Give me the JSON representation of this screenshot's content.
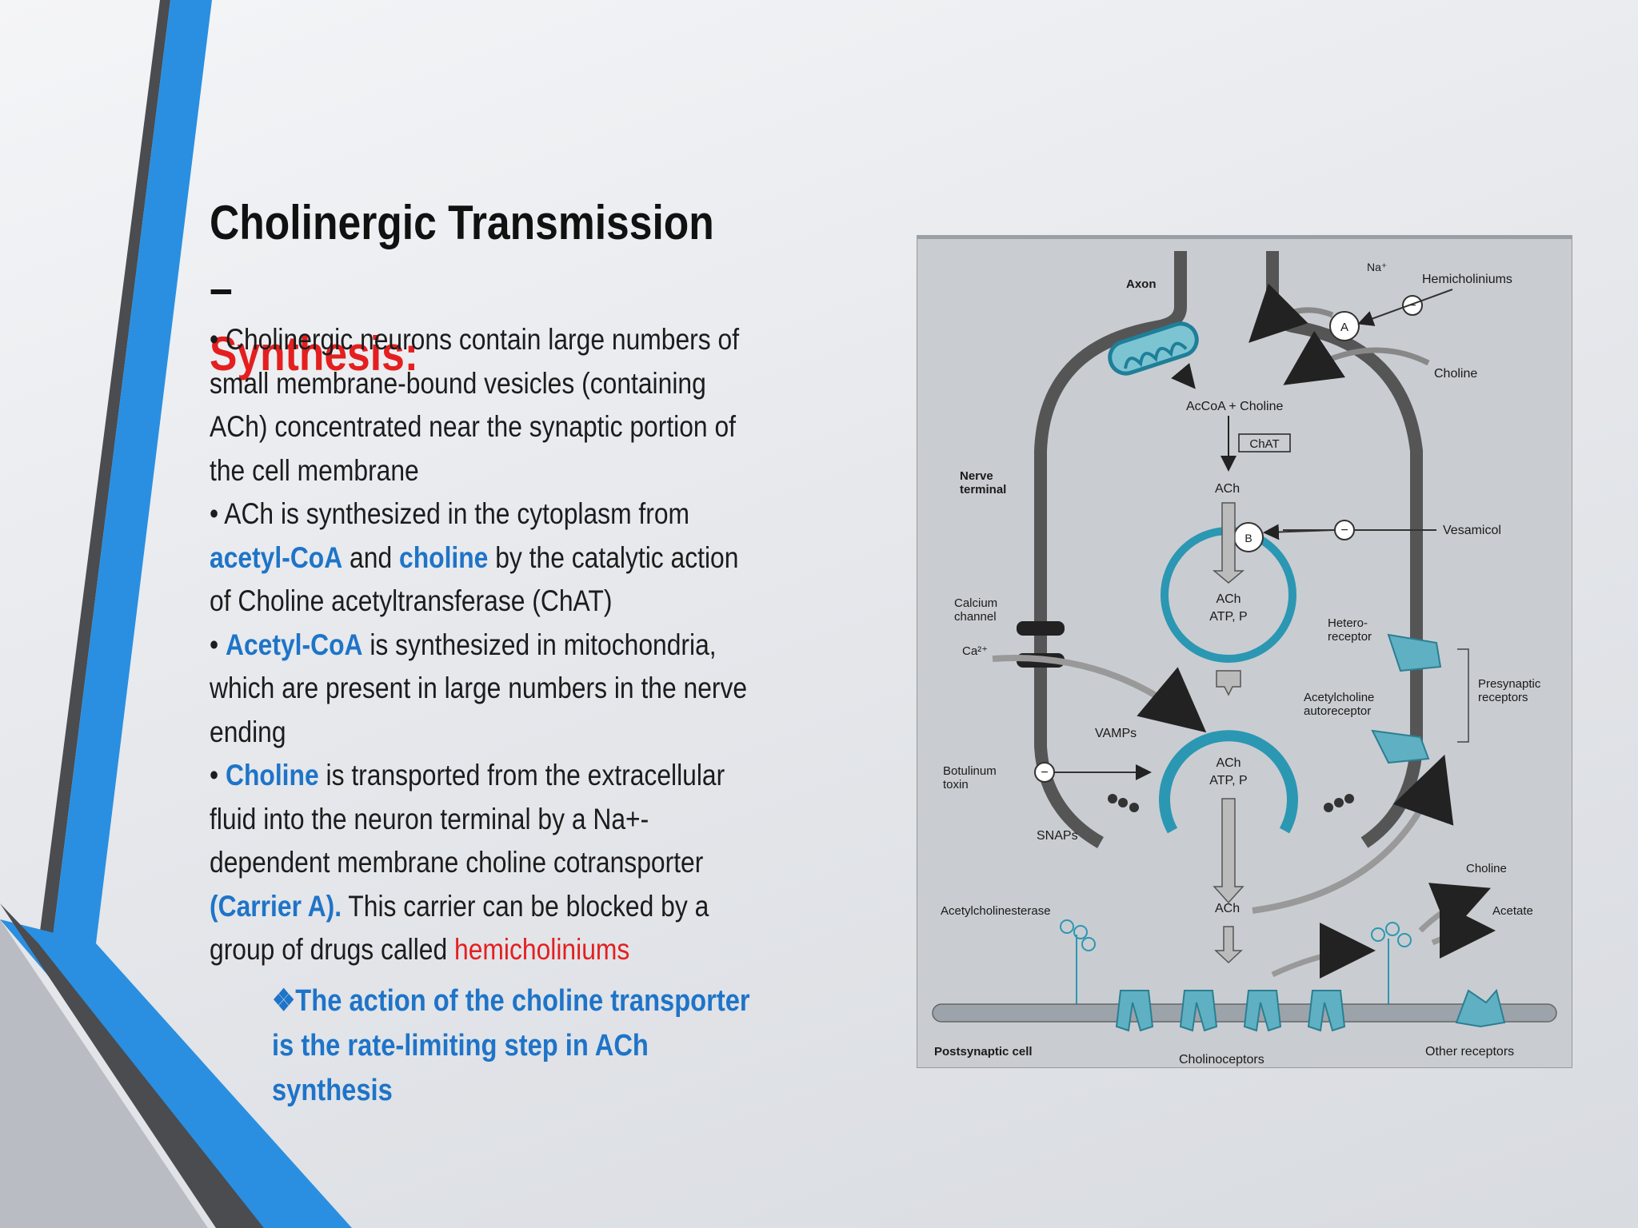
{
  "title": {
    "line1": "Cholinergic Transmission –",
    "line2": "Synthesis:"
  },
  "bullets": {
    "b1": "• Cholinergic neurons contain large numbers of small membrane-bound vesicles (containing ACh) concentrated near the synaptic portion of the cell membrane",
    "b2_pre": "• ACh is synthesized in the cytoplasm from ",
    "b2_acetyl": "acetyl-CoA",
    "b2_and": " and ",
    "b2_choline": "choline",
    "b2_post": " by the catalytic action of Choline acetyltransferase (ChAT)",
    "b3_bullet": "• ",
    "b3_acetyl": "Acetyl-CoA",
    "b3_post": " is synthesized in mitochondria, which are present in large numbers in the nerve ending",
    "b4_bullet": "• ",
    "b4_choline": "Choline",
    "b4_mid": " is transported from the extracellular fluid into the neuron terminal by a Na+-dependent membrane choline cotransporter ",
    "b4_carrier": "(Carrier A).",
    "b4_post": " This carrier can be blocked by a group of drugs called ",
    "b4_hemi": "hemicholiniums"
  },
  "note": "❖The action of the choline transporter is the rate-limiting step in ACh synthesis",
  "diagram": {
    "axon": "Axon",
    "na": "Na⁺",
    "hemicholiniums": "Hemicholiniums",
    "choline_top": "Choline",
    "carrier_a": "A",
    "carrier_b": "B",
    "accoa_choline": "AcCoA + Choline",
    "chat": "ChAT",
    "ach_cyto": "ACh",
    "nerve_terminal_1": "Nerve",
    "nerve_terminal_2": "terminal",
    "vesamicol": "Vesamicol",
    "vesicle_ach": "ACh",
    "vesicle_atp": "ATP, P",
    "calcium_channel_1": "Calcium",
    "calcium_channel_2": "channel",
    "ca": "Ca²⁺",
    "heteroreceptor_1": "Hetero-",
    "heteroreceptor_2": "receptor",
    "presynaptic_1": "Presynaptic",
    "presynaptic_2": "receptors",
    "autoreceptor_1": "Acetylcholine",
    "autoreceptor_2": "autoreceptor",
    "vamps": "VAMPs",
    "botulinum_1": "Botulinum",
    "botulinum_2": "toxin",
    "fused_ach": "ACh",
    "fused_atp": "ATP, P",
    "snaps": "SNAPs",
    "choline_bottom": "Choline",
    "acetate": "Acetate",
    "acetylcholinesterase": "Acetylcholinesterase",
    "ach_cleft": "ACh",
    "postsynaptic": "Postsynaptic cell",
    "cholinoceptors": "Cholinoceptors",
    "other_receptors": "Other receptors",
    "minus": "−"
  }
}
